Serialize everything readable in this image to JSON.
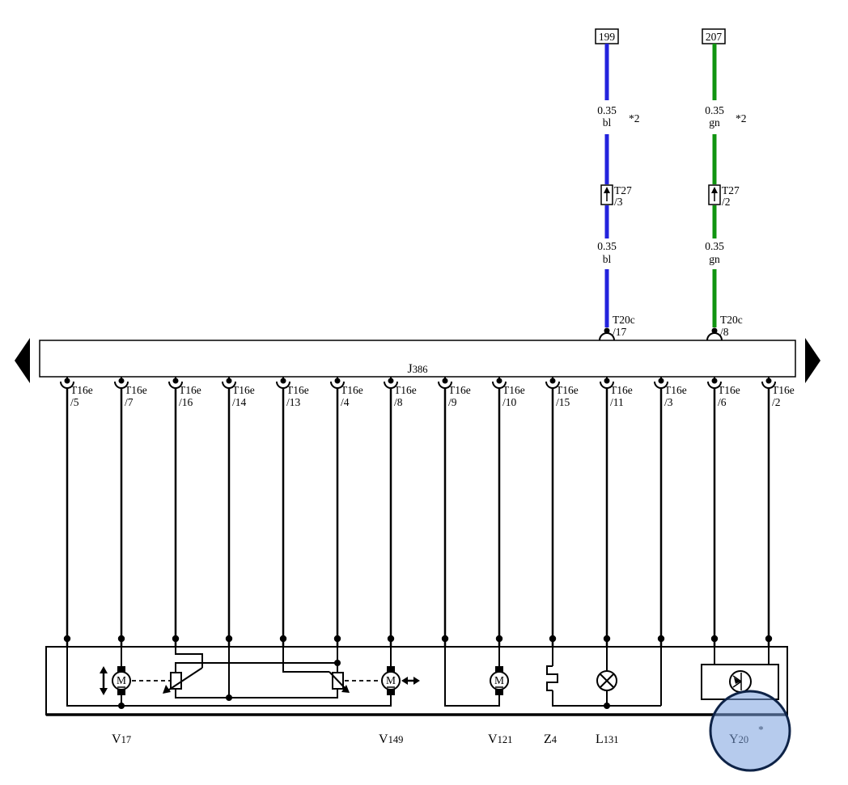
{
  "colors": {
    "blue_wire": "#2323dd",
    "green_wire": "#109410",
    "panel_fill": "#dadada",
    "highlight_fill": "rgba(122,160,222,0.55)",
    "highlight_stroke": "#0e2347"
  },
  "top": {
    "left": {
      "terminal": "199",
      "gauge": "0.35",
      "color_code": "bl",
      "note": "*2",
      "mid_connector": "T27",
      "mid_pin": "/3",
      "gauge2": "0.35",
      "color_code2": "bl",
      "bus_connector": "T20c",
      "bus_pin": "/17"
    },
    "right": {
      "terminal": "207",
      "gauge": "0.35",
      "color_code": "gn",
      "note": "*2",
      "mid_connector": "T27",
      "mid_pin": "/2",
      "gauge2": "0.35",
      "color_code2": "gn",
      "bus_connector": "T20c",
      "bus_pin": "/8"
    }
  },
  "bus": {
    "label_prefix": "J",
    "label_number": "386",
    "pins": [
      {
        "conn": "T16e",
        "pin": "/5"
      },
      {
        "conn": "T16e",
        "pin": "/7"
      },
      {
        "conn": "T16e",
        "pin": "/16"
      },
      {
        "conn": "T16e",
        "pin": "/14"
      },
      {
        "conn": "T16e",
        "pin": "/13"
      },
      {
        "conn": "T16e",
        "pin": "/4"
      },
      {
        "conn": "T16e",
        "pin": "/8"
      },
      {
        "conn": "T16e",
        "pin": "/9"
      },
      {
        "conn": "T16e",
        "pin": "/10"
      },
      {
        "conn": "T16e",
        "pin": "/15"
      },
      {
        "conn": "T16e",
        "pin": "/11"
      },
      {
        "conn": "T16e",
        "pin": "/3"
      },
      {
        "conn": "T16e",
        "pin": "/6"
      },
      {
        "conn": "T16e",
        "pin": "/2"
      }
    ]
  },
  "components": {
    "motor_letter": "M",
    "v17": {
      "prefix": "V",
      "number": "17"
    },
    "v149": {
      "prefix": "V",
      "number": "149"
    },
    "v121": {
      "prefix": "V",
      "number": "121"
    },
    "z4": {
      "prefix": "Z",
      "number": "4"
    },
    "l131": {
      "prefix": "L",
      "number": "131"
    },
    "y20": {
      "prefix": "Y",
      "number": "20",
      "note": "*"
    }
  }
}
